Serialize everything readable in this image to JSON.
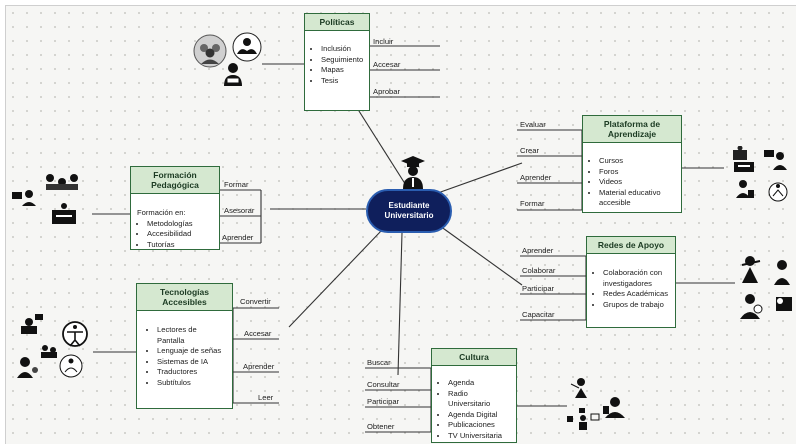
{
  "center": {
    "line1": "Estudiante",
    "line2": "Universitario"
  },
  "politicas": {
    "title": "Políticas",
    "items": [
      "Inclusión",
      "Seguimiento",
      "Mapas",
      "Tesis"
    ],
    "branches": [
      "Incluir",
      "Accesar",
      "Aprobar"
    ]
  },
  "plataforma": {
    "title": "Plataforma de Aprendizaje",
    "items": [
      "Cursos",
      "Foros",
      "Videos",
      "Material educativo accesible"
    ],
    "branches": [
      "Evaluar",
      "Crear",
      "Aprender",
      "Formar"
    ]
  },
  "formacion": {
    "title": "Formación Pedagógica",
    "intro": "Formación en:",
    "items": [
      "Metodologías",
      "Accesibilidad",
      "Tutorías"
    ],
    "branches": [
      "Formar",
      "Asesorar",
      "Aprender"
    ]
  },
  "redes": {
    "title": "Redes de Apoyo",
    "items": [
      "Colaboración con investigadores",
      "Redes Académicas",
      "Grupos de trabajo"
    ],
    "branches": [
      "Aprender",
      "Colaborar",
      "Participar",
      "Capacitar"
    ]
  },
  "tecnologias": {
    "title": "Tecnologías Accesibles",
    "items": [
      "Lectores de Pantalla",
      "Lenguaje de señas",
      "Sistemas de IA",
      "Traductores",
      "Subtítulos"
    ],
    "branches": [
      "Convertir",
      "Accesar",
      "Aprender",
      "Leer"
    ]
  },
  "cultura": {
    "title": "Cultura",
    "items": [
      "Agenda",
      "Radio Universitario",
      "Agenda Digital",
      "Publicaciones",
      "TV Universitaria"
    ],
    "branches": [
      "Buscar",
      "Consultar",
      "Participar",
      "Obtener"
    ]
  },
  "colors": {
    "node_border": "#2f6b3c",
    "node_header": "#d5e8d0",
    "center_fill": "#0f1f5c",
    "center_border": "#2a5db0",
    "line": "#333333"
  },
  "icons": [
    "people-group-icon",
    "hands-heart-icon",
    "reader-person-icon",
    "teacher-classroom-icon",
    "accessibility-icon",
    "support-person-icon",
    "radio-icon"
  ]
}
